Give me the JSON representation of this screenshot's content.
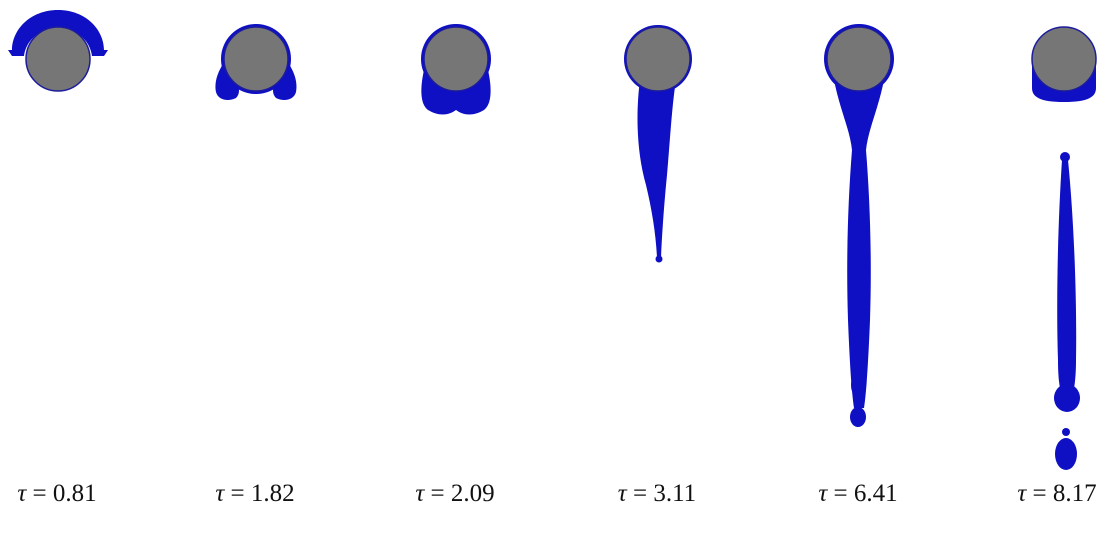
{
  "colors": {
    "liquid": "#0f0fc4",
    "particle": "#767676",
    "particle_edge": "#1c1c9c",
    "background": "#ffffff",
    "text": "#111111"
  },
  "frames": [
    {
      "symbol": "τ",
      "equals": "=",
      "value": "0.81"
    },
    {
      "symbol": "τ",
      "equals": "=",
      "value": "1.82"
    },
    {
      "symbol": "τ",
      "equals": "=",
      "value": "2.09"
    },
    {
      "symbol": "τ",
      "equals": "=",
      "value": "3.11"
    },
    {
      "symbol": "τ",
      "equals": "=",
      "value": "6.41"
    },
    {
      "symbol": "τ",
      "equals": "=",
      "value": "8.17"
    }
  ]
}
